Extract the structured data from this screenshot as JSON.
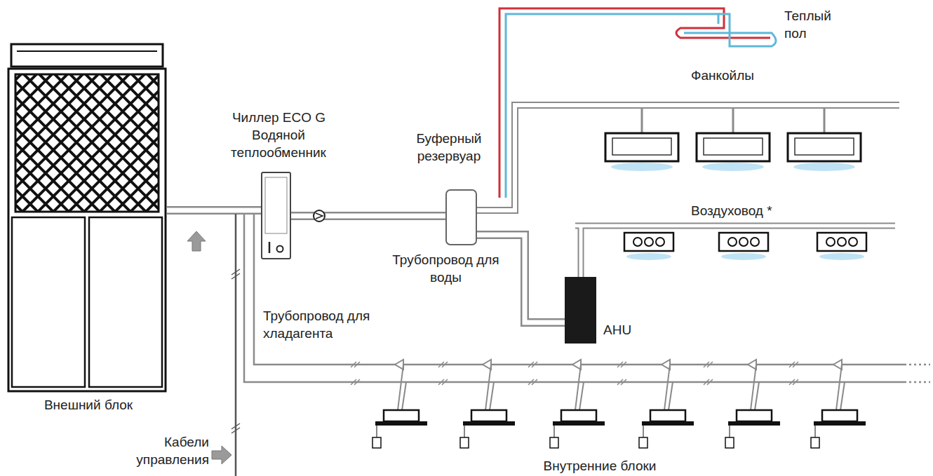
{
  "diagram": {
    "nodes": [
      {
        "text": [
          "Внешний блок"
        ]
      },
      {
        "text": [
          "Чиллер ECO G",
          "Водяной теплообменник"
        ]
      },
      {
        "text": [
          "Буферный резервуар"
        ]
      },
      {
        "text": [
          "AHU"
        ]
      }
    ],
    "edges": [
      {
        "from": 0,
        "to": 1,
        "arrow": "none"
      },
      {
        "from": 1,
        "to": 2,
        "arrow": "none"
      },
      {
        "from": 2,
        "to": 3,
        "arrow": "none"
      }
    ],
    "labels": [
      "Теплый пол",
      "Фанкойлы",
      "Воздуховод *",
      "Трубопровод для воды",
      "Трубопровод для хладагента",
      "Кабели управления",
      "Внутренние блоки"
    ]
  }
}
